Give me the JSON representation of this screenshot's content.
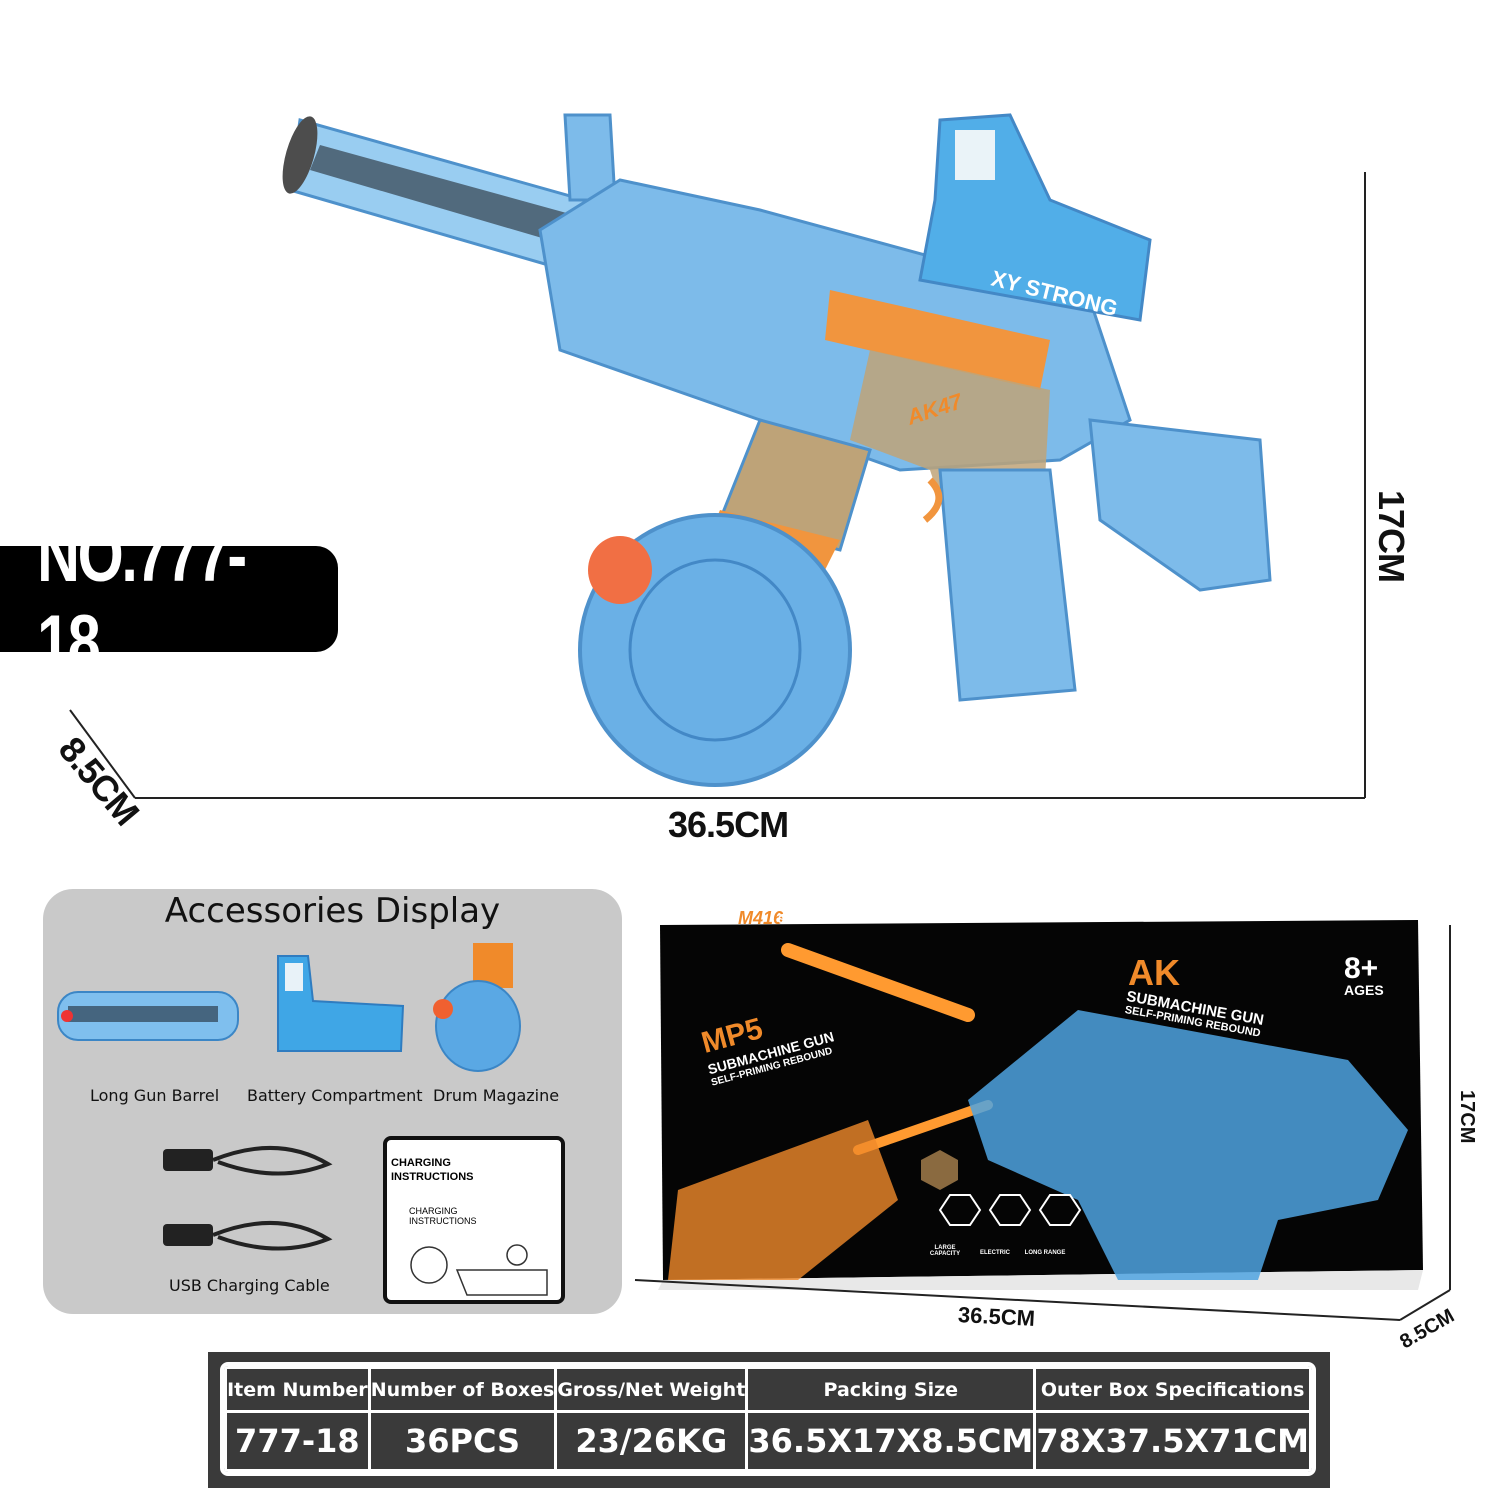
{
  "product": {
    "model_badge": "NO.777-18",
    "dimensions": {
      "length": "36.5CM",
      "height": "17CM",
      "depth": "8.5CM"
    },
    "gun_labels": {
      "scope_brand": "XY STRONG",
      "side_logo": "AK47"
    }
  },
  "accessories": {
    "title": "Accessories Display",
    "items": [
      {
        "label": "Long Gun Barrel"
      },
      {
        "label": "Battery Compartment"
      },
      {
        "label": "Drum Magazine"
      },
      {
        "label": "USB Charging Cable"
      }
    ],
    "instructions": {
      "heading1": "CHARGING INSTRUCTIONS",
      "heading2": "CHARGING INSTRUCTIONS"
    }
  },
  "package": {
    "top_title": "M416",
    "top_subtitle": "SUBMACHINE GUN",
    "ak_title": "AK",
    "ak_sub1": "SUBMACHINE GUN",
    "ak_sub2": "SELF-PRIMING REBOUND",
    "mp5_title": "MP5",
    "mp5_sub1": "SUBMACHINE GUN",
    "mp5_sub2": "SELF-PRIMING REBOUND",
    "age": "8+",
    "age_label": "AGES",
    "features": [
      "LARGE CAPACITY",
      "ELECTRIC",
      "LONG RANGE"
    ],
    "dimensions": {
      "length": "36.5CM",
      "height": "17CM",
      "depth": "8.5CM"
    }
  },
  "spec_table": {
    "headers": [
      "Item Number",
      "Number of Boxes",
      "Gross/Net Weight",
      "Packing Size",
      "Outer Box Specifications"
    ],
    "values": [
      "777-18",
      "36PCS",
      "23/26KG",
      "36.5X17X8.5CM",
      "78X37.5X71CM"
    ]
  },
  "colors": {
    "gun_blue": "#4fa3e0",
    "accent_orange": "#f08a2a",
    "panel_gray": "#c9c9c9",
    "table_bg": "#3a3a3a"
  }
}
